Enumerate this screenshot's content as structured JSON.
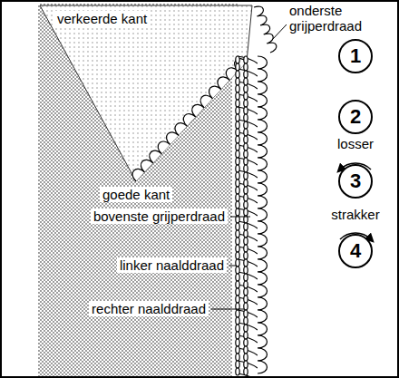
{
  "diagram": {
    "nodes": [
      {
        "text": [
          "1"
        ]
      },
      {
        "text": [
          "2"
        ]
      },
      {
        "text": [
          "3"
        ]
      },
      {
        "text": [
          "4"
        ]
      }
    ],
    "labels": [
      "verkeerde kant",
      "onderste grijperdraad",
      "goede kant",
      "bovenste grijperdraad",
      "linker naalddraad",
      "rechter naalddraad",
      "losser",
      "strakker"
    ]
  }
}
